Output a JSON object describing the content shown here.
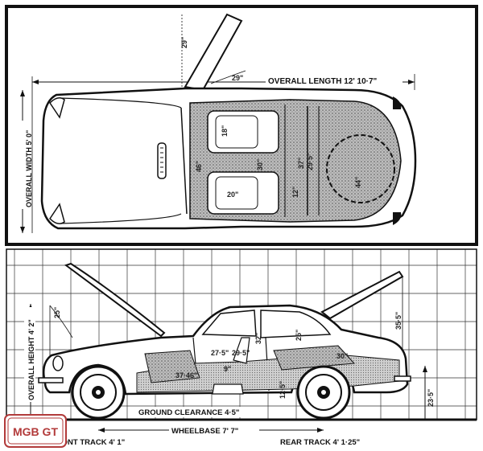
{
  "top_view": {
    "overall_length": "OVERALL LENGTH 12' 10·7\"",
    "overall_width": "OVERALL WIDTH 5' 0\"",
    "door_height": "29\"",
    "door_angle": "29\"",
    "seat_width_upper": "18\"",
    "seat_width_lower": "20\"",
    "cabin_width_a": "46\"",
    "cabin_width_b": "30\"",
    "rear_width_a": "37\"",
    "rear_width_b": "29·5\"",
    "rear_length": "12\"",
    "boot_depth": "44\""
  },
  "side_view": {
    "overall_height": "OVERALL HEIGHT 4' 2\"",
    "bonnet_angle": "25\"",
    "tailgate_height": "35·5\"",
    "interior_a": "27·5\"",
    "interior_b": "29·5\"",
    "interior_c": "32\"",
    "interior_d": "25\"",
    "interior_e": "37·46\"",
    "interior_f": "9\"",
    "interior_g": "30\"",
    "sill_height": "12·5\"",
    "rear_height": "23·5\"",
    "ground_clearance": "GROUND CLEARANCE 4·5\"",
    "wheelbase": "WHEELBASE 7' 7\"",
    "front_track": "FRONT TRACK 4' 1\"",
    "rear_track": "REAR TRACK 4' 1·25\""
  },
  "logo": {
    "text": "MGB GT"
  },
  "colors": {
    "ink": "#111111",
    "paper": "#ffffff",
    "grid": "#333333",
    "logo": "#b23a3a",
    "shade": "#a8a8a8"
  }
}
